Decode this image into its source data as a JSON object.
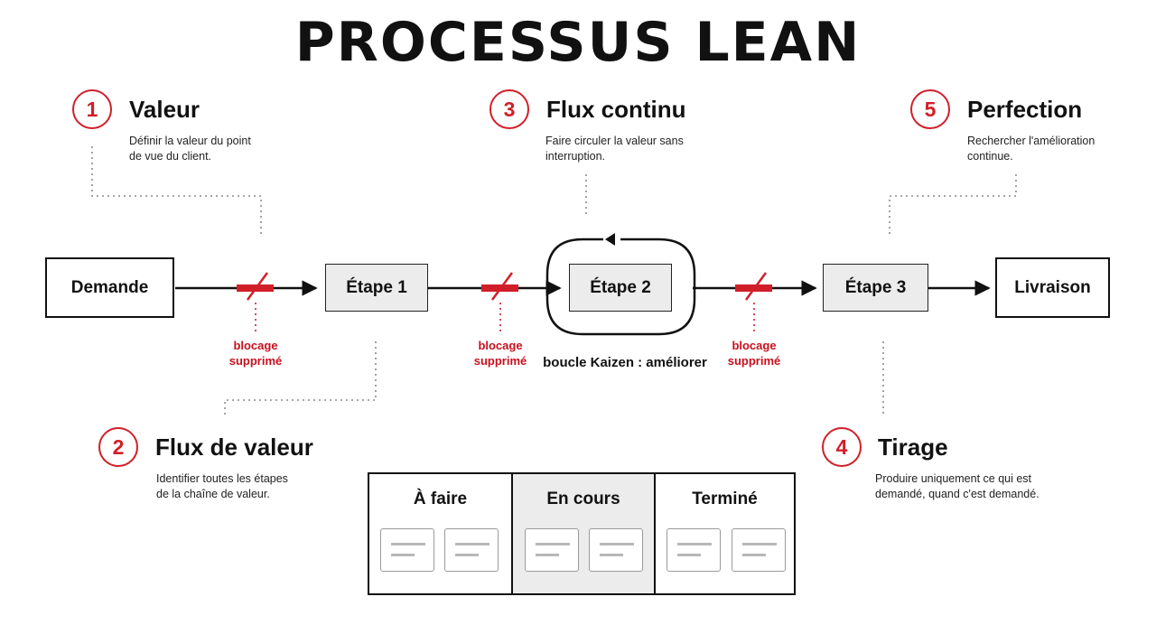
{
  "title": "PROCESSUS LEAN",
  "accent_color": "#d11f2a",
  "principles": [
    {
      "number": "1",
      "title": "Valeur",
      "description": "Définir la valeur du point de vue du client."
    },
    {
      "number": "2",
      "title": "Flux de valeur",
      "description": "Identifier toutes les étapes de la chaîne de valeur."
    },
    {
      "number": "3",
      "title": "Flux continu",
      "description": "Faire circuler la valeur sans interruption."
    },
    {
      "number": "4",
      "title": "Tirage",
      "description": "Produire uniquement ce qui est demandé, quand c'est demandé."
    },
    {
      "number": "5",
      "title": "Perfection",
      "description": "Rechercher l'amélioration continue."
    }
  ],
  "flow": {
    "demand": "Demande",
    "step1": "Étape 1",
    "step2": "Étape 2",
    "step3": "Étape 3",
    "delivery": "Livraison",
    "removed_blockage": "blocage supprimé",
    "kaizen_loop": "boucle Kaizen : améliorer"
  },
  "kanban": {
    "columns": [
      {
        "title": "À faire",
        "cards": 2
      },
      {
        "title": "En cours",
        "cards": 2,
        "active": true
      },
      {
        "title": "Terminé",
        "cards": 2
      }
    ]
  }
}
